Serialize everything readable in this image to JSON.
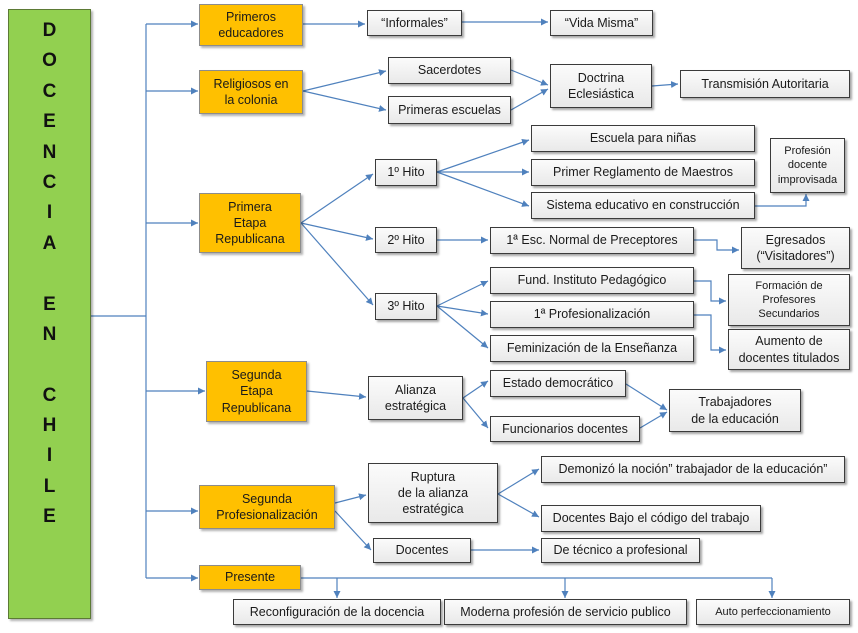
{
  "title_vertical": [
    "D",
    "O",
    "C",
    "E",
    "N",
    "C",
    "I",
    "A",
    "",
    "E",
    "N",
    "",
    "C",
    "H",
    "I",
    "L",
    "E"
  ],
  "categories": {
    "primeros_educadores": "Primeros\neducadores",
    "religiosos": "Religiosos en\nla colonia",
    "primera_etapa": "Primera\nEtapa\nRepublicana",
    "segunda_etapa": "Segunda\nEtapa\nRepublicana",
    "segunda_profesionalizacion": "Segunda\nProfesionalización",
    "presente": "Presente"
  },
  "nodes": {
    "informales": "“Informales”",
    "vida_misma": "“Vida Misma”",
    "sacerdotes": "Sacerdotes",
    "primeras_escuelas": "Primeras escuelas",
    "doctrina": "Doctrina\nEclesiástica",
    "transmision": "Transmisión Autoritaria",
    "hito1": "1º Hito",
    "escuela_ninas": "Escuela para niñas",
    "reglamento": "Primer Reglamento de Maestros",
    "sistema": "Sistema educativo en construcción",
    "profesion_improvisada": "Profesión\ndocente\nimprovisada",
    "hito2": "2º Hito",
    "esc_normal": "1ª Esc. Normal de Preceptores",
    "egresados": "Egresados\n(“Visitadores”)",
    "hito3": "3º Hito",
    "fund_instituto": "Fund. Instituto Pedagógico",
    "profesionalizacion1": "1ª Profesionalización",
    "feminizacion": "Feminización de la Enseñanza",
    "formacion_profesores": "Formación de\nProfesores\nSecundarios",
    "aumento_docentes": "Aumento de\ndocentes titulados",
    "alianza": "Alianza\nestratégica",
    "estado_democratico": "Estado democrático",
    "funcionarios": "Funcionarios  docentes",
    "trabajadores": "Trabajadores\nde la educación",
    "ruptura": "Ruptura\nde la alianza\nestratégica",
    "demonizo": "Demonizó la noción” trabajador de la educación”",
    "codigo_trabajo": "Docentes Bajo el código del trabajo",
    "docentes": "Docentes",
    "tecnico_profesional": "De técnico a profesional",
    "reconfiguracion": "Reconfiguración de la docencia",
    "moderna_profesion": "Moderna profesión de servicio publico",
    "auto_perfeccionamiento": "Auto perfeccionamiento"
  },
  "colors": {
    "category_fill": "#ffc000",
    "title_fill": "#92d050",
    "box_fill": "#f2f2f2",
    "arrow": "#4f81bd"
  }
}
